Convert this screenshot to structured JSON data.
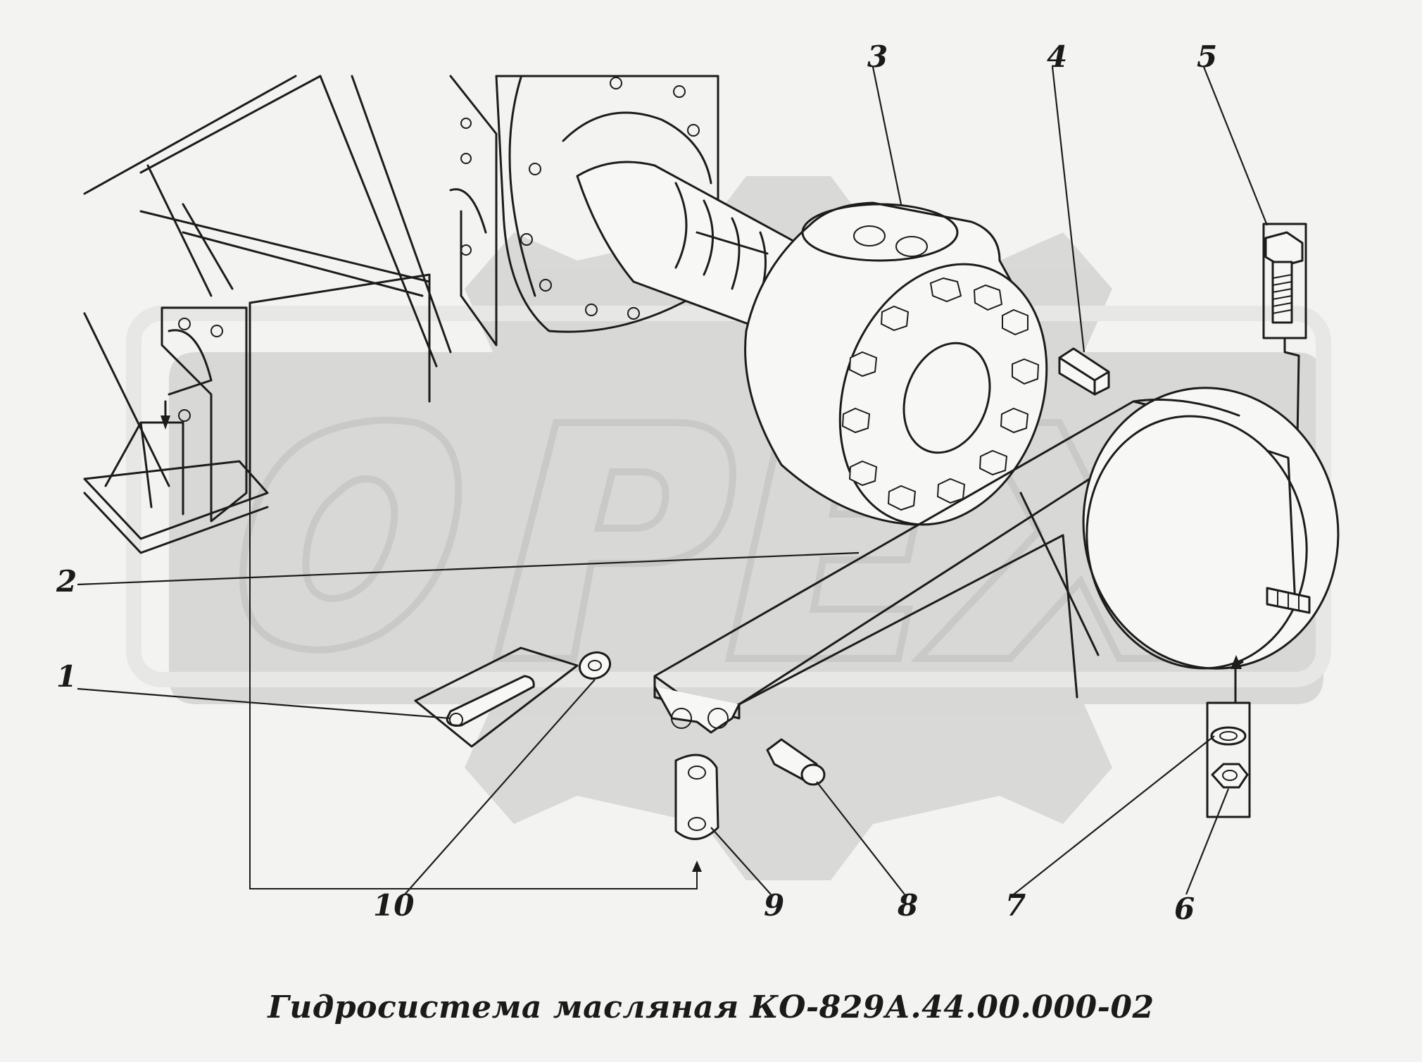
{
  "caption": "Гидросистема масляная КО-829А.44.00.000-02",
  "watermark": "OPEX",
  "colors": {
    "ink": "#1c1c1c",
    "paper": "#f3f3f1",
    "watermark": "#d6d6d4"
  },
  "labels": [
    {
      "id": "1",
      "text": "1"
    },
    {
      "id": "2",
      "text": "2"
    },
    {
      "id": "3",
      "text": "3"
    },
    {
      "id": "4",
      "text": "4"
    },
    {
      "id": "5",
      "text": "5"
    },
    {
      "id": "6",
      "text": "6"
    },
    {
      "id": "7",
      "text": "7"
    },
    {
      "id": "8",
      "text": "8"
    },
    {
      "id": "9",
      "text": "9"
    },
    {
      "id": "10",
      "text": "10"
    }
  ]
}
